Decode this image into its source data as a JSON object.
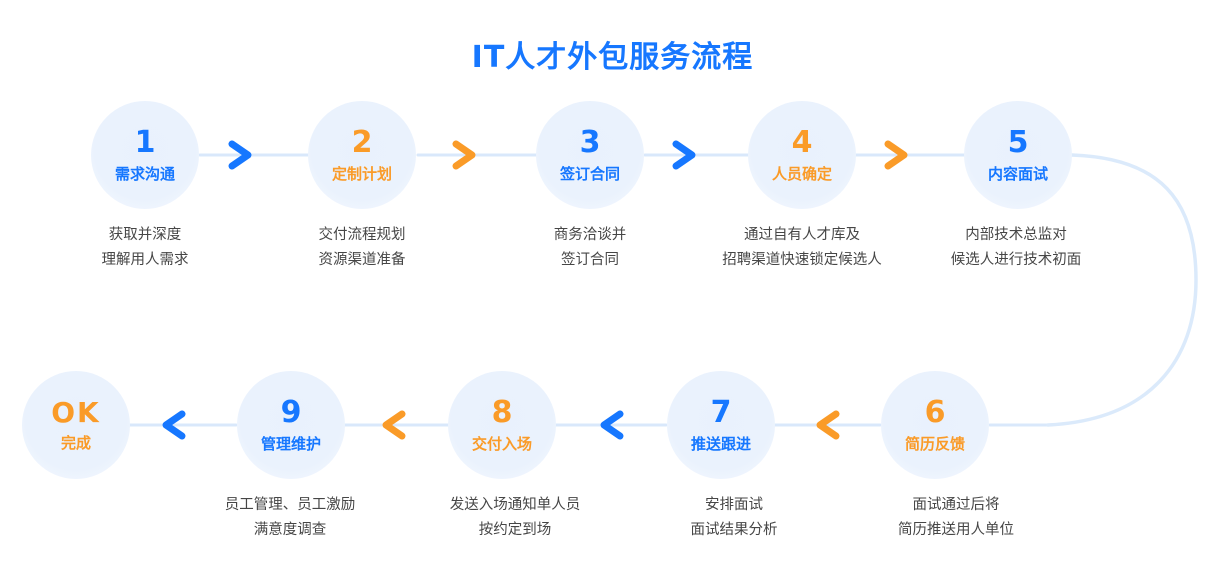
{
  "title": "IT人才外包服务流程",
  "colors": {
    "blue": "#1677ff",
    "orange": "#fa9b28",
    "bubble_bg": "#eaf2fd",
    "connector": "#d6e6fb",
    "desc_text": "#464646"
  },
  "chart_data": {
    "type": "diagram",
    "title": "IT人才外包服务流程",
    "layout": "two-row serpentine flow, left-to-right on top row, right-to-left on bottom row",
    "nodes": [
      {
        "num": "1",
        "label": "需求沟通",
        "color": "blue",
        "desc": [
          "获取并深度",
          "理解用人需求"
        ]
      },
      {
        "num": "2",
        "label": "定制计划",
        "color": "orange",
        "desc": [
          "交付流程规划",
          "资源渠道准备"
        ]
      },
      {
        "num": "3",
        "label": "签订合同",
        "color": "blue",
        "desc": [
          "商务洽谈并",
          "签订合同"
        ]
      },
      {
        "num": "4",
        "label": "人员确定",
        "color": "orange",
        "desc": [
          "通过自有人才库及",
          "招聘渠道快速锁定候选人"
        ]
      },
      {
        "num": "5",
        "label": "内容面试",
        "color": "blue",
        "desc": [
          "内部技术总监对",
          "候选人进行技术初面"
        ]
      },
      {
        "num": "6",
        "label": "简历反馈",
        "color": "orange",
        "desc": [
          "面试通过后将",
          "简历推送用人单位"
        ]
      },
      {
        "num": "7",
        "label": "推送跟进",
        "color": "blue",
        "desc": [
          "安排面试",
          "面试结果分析"
        ]
      },
      {
        "num": "8",
        "label": "交付入场",
        "color": "orange",
        "desc": [
          "发送入场通知单人员",
          "按约定到场"
        ]
      },
      {
        "num": "9",
        "label": "管理维护",
        "color": "blue",
        "desc": [
          "员工管理、员工激励",
          "满意度调查"
        ]
      },
      {
        "num": "OK",
        "label": "完成",
        "color": "orange",
        "desc": []
      }
    ],
    "arrows": [
      {
        "from": "1",
        "to": "2",
        "direction": "right",
        "color": "blue"
      },
      {
        "from": "2",
        "to": "3",
        "direction": "right",
        "color": "orange"
      },
      {
        "from": "3",
        "to": "4",
        "direction": "right",
        "color": "blue"
      },
      {
        "from": "4",
        "to": "5",
        "direction": "right",
        "color": "orange"
      },
      {
        "from": "5",
        "to": "6",
        "direction": "curve-down",
        "color": "none"
      },
      {
        "from": "6",
        "to": "7",
        "direction": "left",
        "color": "orange"
      },
      {
        "from": "7",
        "to": "8",
        "direction": "left",
        "color": "blue"
      },
      {
        "from": "8",
        "to": "9",
        "direction": "left",
        "color": "orange"
      },
      {
        "from": "9",
        "to": "OK",
        "direction": "left",
        "color": "blue"
      }
    ]
  }
}
